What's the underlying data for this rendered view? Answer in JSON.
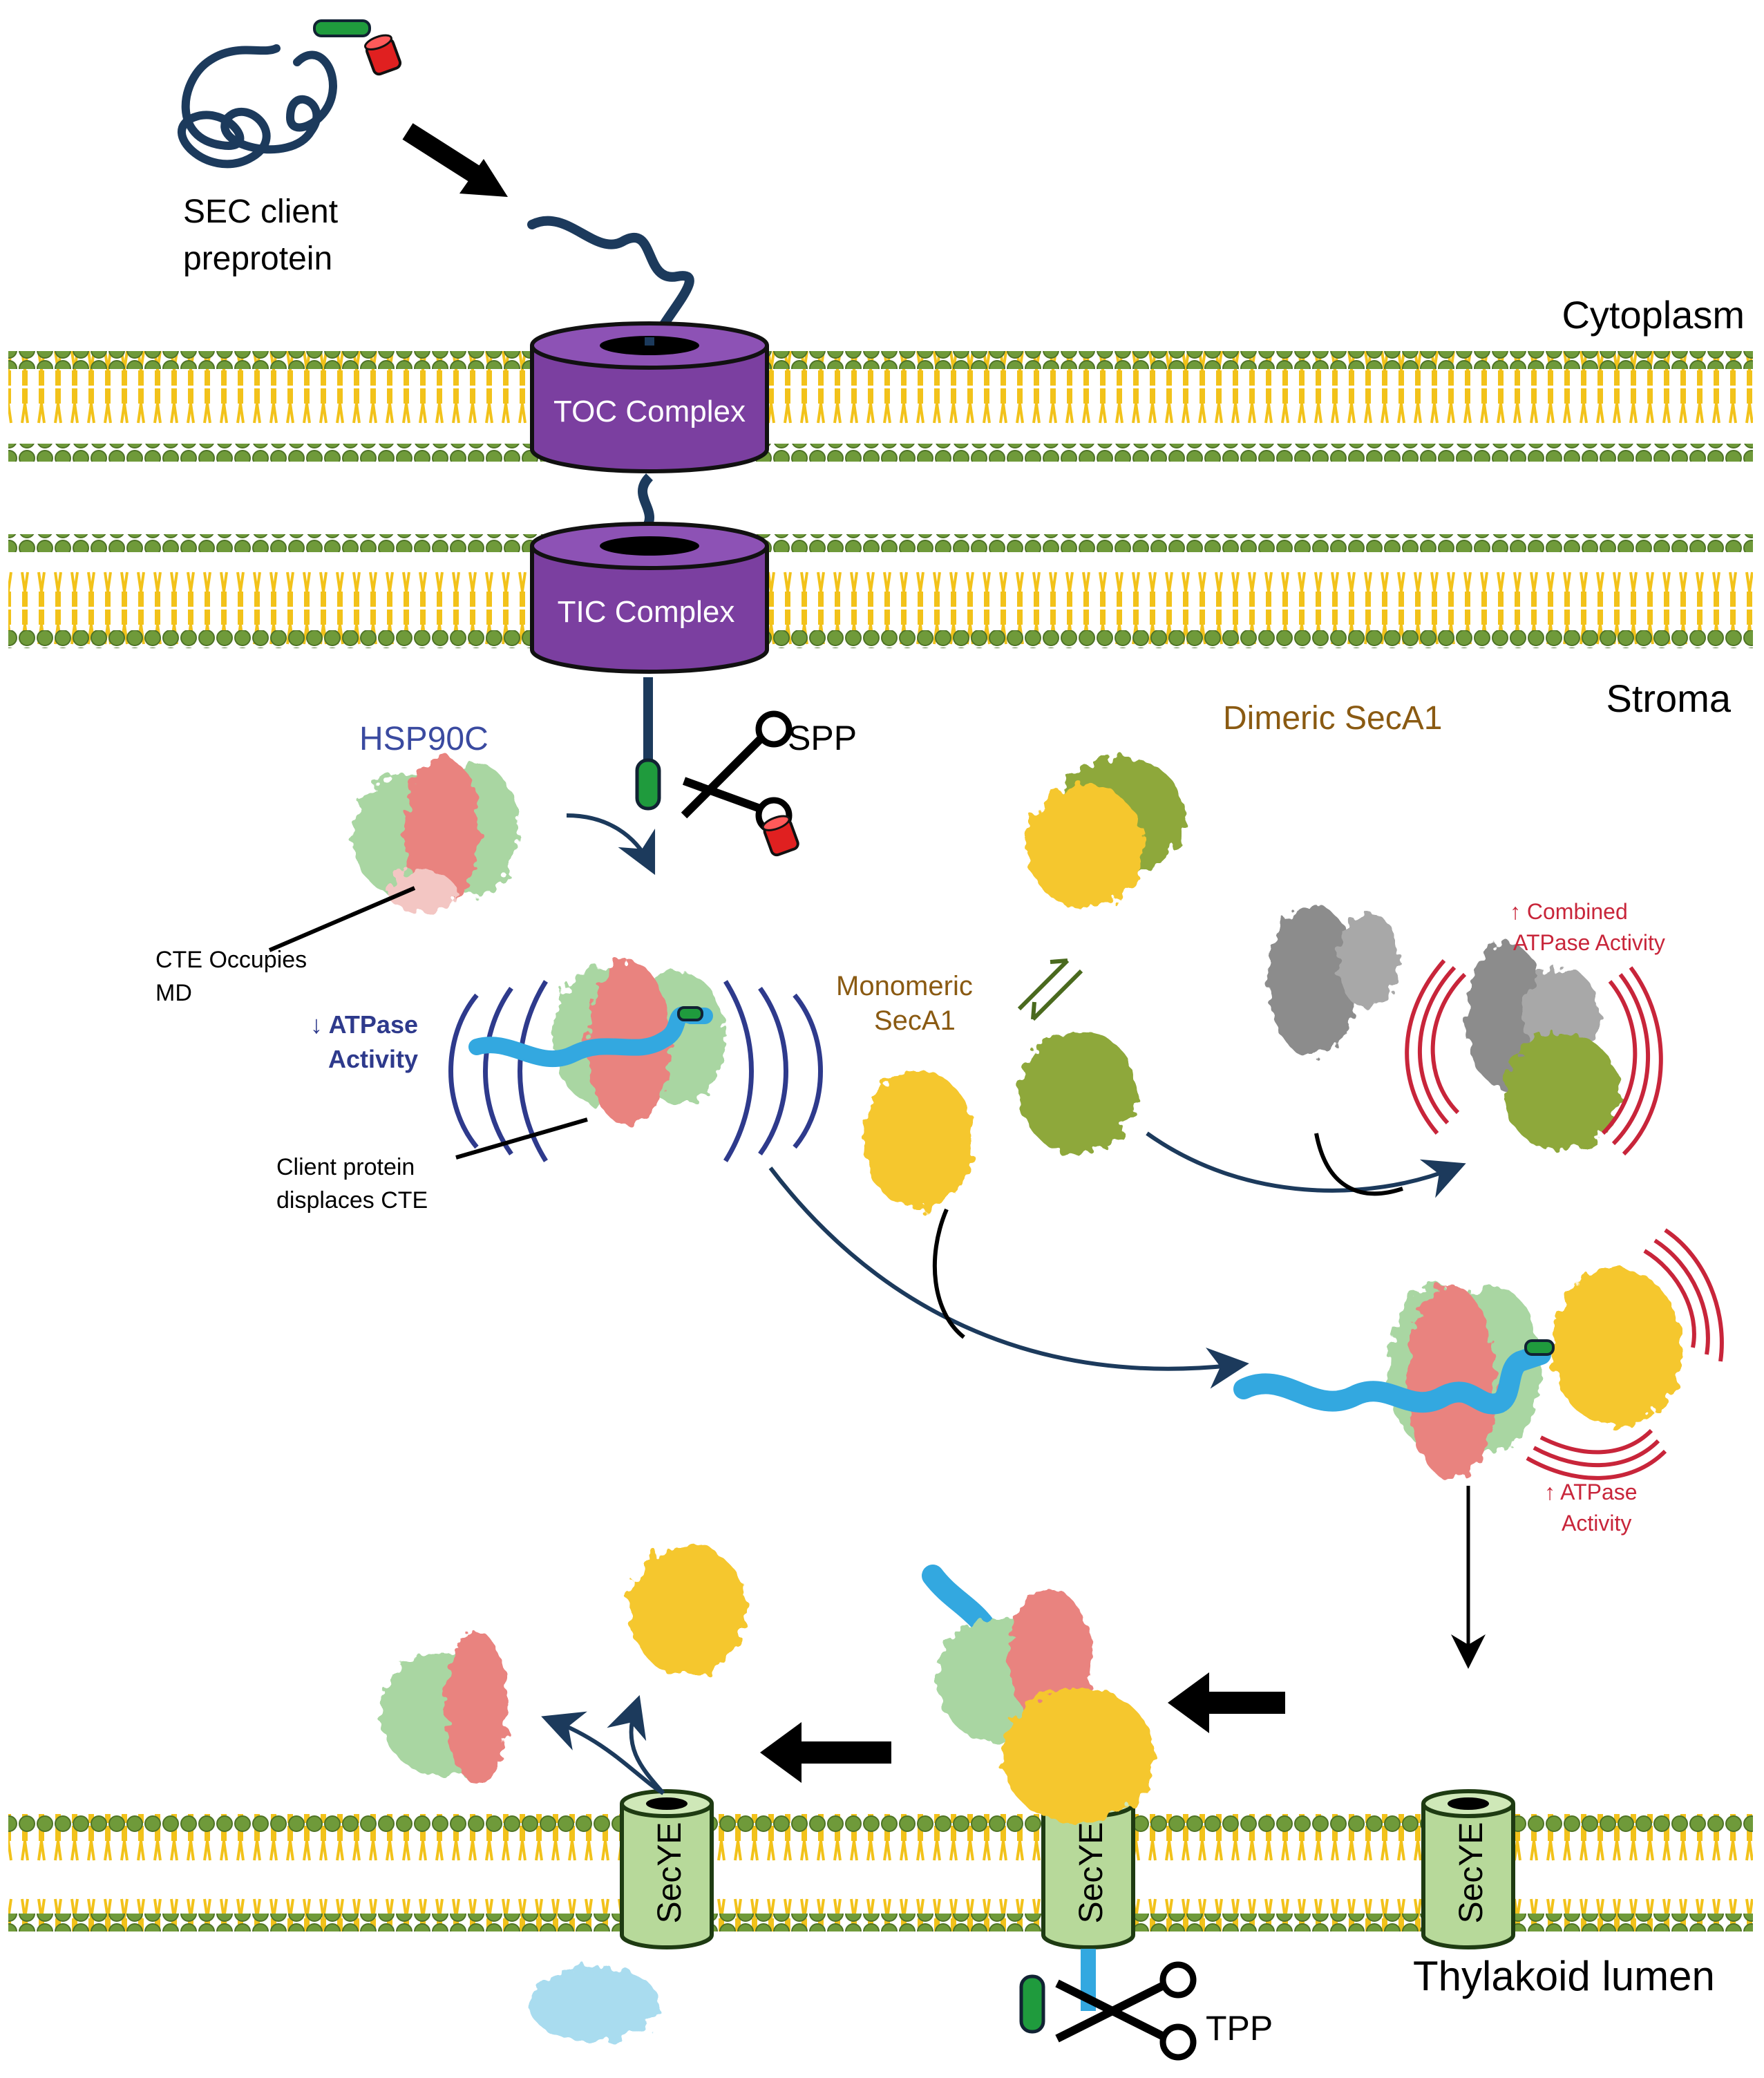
{
  "labels": {
    "sec_client_line1": "SEC client",
    "sec_client_line2": "preprotein",
    "cytoplasm": "Cytoplasm",
    "stroma": "Stroma",
    "thylakoid_lumen": "Thylakoid lumen",
    "toc_complex": "TOC Complex",
    "tic_complex": "TIC Complex",
    "hsp90c": "HSP90C",
    "spp": "SPP",
    "tpp": "TPP",
    "dimeric_seca1": "Dimeric SecA1",
    "monomeric_line1": "Monomeric",
    "monomeric_line2": "SecA1",
    "cte_line1": "CTE Occupies",
    "cte_line2": "MD",
    "atpase_down_line1": "↓ ATPase",
    "atpase_down_line2": "Activity",
    "client_line1": "Client protein",
    "client_line2": "displaces CTE",
    "combined_line1": "↑ Combined",
    "combined_line2": "ATPase Activity",
    "atpase_up_line1": "↑ ATPase",
    "atpase_up_line2": "Activity",
    "secye": "SecYE"
  },
  "colors": {
    "lipid_head": "#6f9a3a",
    "lipid_tail": "#f2c21a",
    "complex_purple": "#7b3fa0",
    "secye_green": "#b7d99a",
    "preprotein_navy": "#1c3a5c",
    "client_blue": "#33a8e0",
    "seca_yellow": "#f5c72d",
    "seca_olive": "#8ea83a",
    "hsp_red": "#e9837f",
    "hsp_green": "#a9d6a2",
    "gray": "#8c8c8c",
    "atpase_down_blue": "#2e3a8c",
    "atpase_up_red": "#c8253a",
    "seca_label_brown": "#8a5a12",
    "hsp_label_blue": "#3a4aa0"
  }
}
